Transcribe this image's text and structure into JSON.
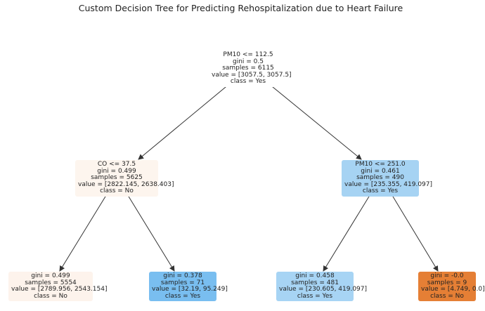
{
  "title": "Custom Decision Tree for Predicting Rehospitalization due to Heart Failure",
  "colors": {
    "class_no_light": "#fdf5ee",
    "class_yes_mid": "#a6d3f3",
    "class_yes_strong": "#79bef0",
    "class_no_strong": "#e57f35",
    "edge": "#333333"
  },
  "nodes": {
    "root": {
      "split": "PM10 <= 112.5",
      "gini": "gini = 0.5",
      "samples": "samples = 6115",
      "value": "value = [3057.5, 3057.5]",
      "class": "class = Yes"
    },
    "left": {
      "split": "CO <= 37.5",
      "gini": "gini = 0.499",
      "samples": "samples = 5625",
      "value": "value = [2822.145, 2638.403]",
      "class": "class = No"
    },
    "right": {
      "split": "PM10 <= 251.0",
      "gini": "gini = 0.461",
      "samples": "samples = 490",
      "value": "value = [235.355, 419.097]",
      "class": "class = Yes"
    },
    "left_left": {
      "gini": "gini = 0.499",
      "samples": "samples = 5554",
      "value": "value = [2789.956, 2543.154]",
      "class": "class = No"
    },
    "left_right": {
      "gini": "gini = 0.378",
      "samples": "samples = 71",
      "value": "value = [32.19, 95.249]",
      "class": "class = Yes"
    },
    "right_left": {
      "gini": "gini = 0.458",
      "samples": "samples = 481",
      "value": "value = [230.605, 419.097]",
      "class": "class = Yes"
    },
    "right_right": {
      "gini": "gini = -0.0",
      "samples": "samples = 9",
      "value": "value = [4.749, 0.0]",
      "class": "class = No"
    }
  }
}
